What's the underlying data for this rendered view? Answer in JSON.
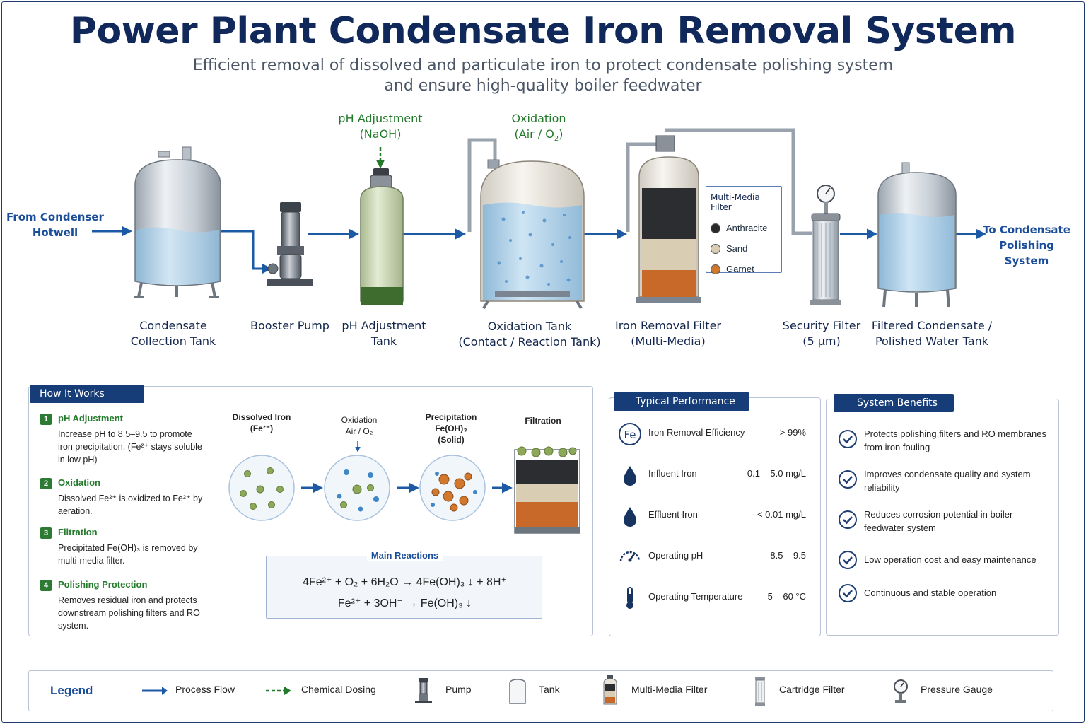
{
  "title": "Power Plant Condensate Iron Removal System",
  "subtitle_line1": "Efficient removal of dissolved and particulate iron to protect condensate polishing system",
  "subtitle_line2": "and ensure high-quality boiler feedwater",
  "flow": {
    "inlet_line1": "From Condenser",
    "inlet_line2": "Hotwell",
    "outlet_line1": "To Condensate",
    "outlet_line2": "Polishing System",
    "ph_dosing_line1": "pH Adjustment",
    "ph_dosing_line2": "(NaOH)",
    "oxidation_line1": "Oxidation",
    "oxidation_line2_prefix": "(Air / O",
    "oxidation_line2_sub": "2",
    "oxidation_line2_suffix": ")"
  },
  "equipment": [
    {
      "line1": "Condensate",
      "line2": "Collection Tank"
    },
    {
      "line1": "Booster Pump",
      "line2": ""
    },
    {
      "line1": "pH Adjustment",
      "line2": "Tank"
    },
    {
      "line1": "Oxidation Tank",
      "line2": "(Contact / Reaction Tank)"
    },
    {
      "line1": "Iron Removal Filter",
      "line2": "(Multi-Media)"
    },
    {
      "line1": "Security Filter",
      "line2": "(5 μm)"
    },
    {
      "line1": "Filtered Condensate /",
      "line2": "Polished Water Tank"
    }
  ],
  "multimedia_filter": {
    "heading": "Multi-Media Filter",
    "layers": [
      {
        "name": "Anthracite",
        "color": "#2a2a2a"
      },
      {
        "name": "Sand",
        "color": "#d9cdb4"
      },
      {
        "name": "Garnet",
        "color": "#d2782c"
      }
    ]
  },
  "how_it_works": {
    "tab": "How It Works",
    "steps": [
      {
        "num": "1",
        "heading": "pH Adjustment",
        "text": "Increase pH to 8.5–9.5 to promote iron precipitation. (Fe²⁺ stays soluble in low pH)"
      },
      {
        "num": "2",
        "heading": "Oxidation",
        "text": "Dissolved Fe²⁺ is oxidized to Fe²⁺ by aeration."
      },
      {
        "num": "3",
        "heading": "Filtration",
        "text": "Precipitated Fe(OH)₃ is removed by multi-media filter."
      },
      {
        "num": "4",
        "heading": "Polishing Protection",
        "text": "Removes residual iron and protects downstream polishing filters and RO system."
      }
    ],
    "stages": {
      "dissolved_line1": "Dissolved Iron",
      "dissolved_line2": "(Fe²⁺)",
      "oxidation_line1": "Oxidation",
      "oxidation_line2": "Air / O₂",
      "precip_line1": "Precipitation",
      "precip_line2": "Fe(OH)₃",
      "precip_line3": "(Solid)",
      "filtration": "Filtration"
    },
    "reactions_heading": "Main Reactions",
    "reaction1": "4Fe²⁺ + O₂ + 6H₂O  →  4Fe(OH)₃ ↓ + 8H⁺",
    "reaction2": "Fe²⁺ + 3OH⁻  →  Fe(OH)₃ ↓"
  },
  "performance": {
    "tab": "Typical Performance",
    "fe_icon_text": "Fe",
    "rows": [
      {
        "label": "Iron Removal Efficiency",
        "value": "> 99%",
        "icon": "fe-icon"
      },
      {
        "label": "Influent Iron",
        "value": "0.1 – 5.0 mg/L",
        "icon": "drop-icon"
      },
      {
        "label": "Effluent Iron",
        "value": "< 0.01 mg/L",
        "icon": "drop-icon"
      },
      {
        "label": "Operating pH",
        "value": "8.5 – 9.5",
        "icon": "gauge-icon"
      },
      {
        "label": "Operating Temperature",
        "value": "5 – 60 °C",
        "icon": "thermometer-icon"
      }
    ]
  },
  "benefits": {
    "tab": "System Benefits",
    "items": [
      "Protects polishing filters and RO membranes from iron fouling",
      "Improves condensate quality and system reliability",
      "Reduces corrosion potential in boiler feedwater system",
      "Low operation cost and easy maintenance",
      "Continuous and stable operation"
    ]
  },
  "legend": {
    "title": "Legend",
    "items": [
      "Process Flow",
      "Chemical Dosing",
      "Pump",
      "Tank",
      "Multi-Media Filter",
      "Cartridge Filter",
      "Pressure Gauge"
    ]
  },
  "colors": {
    "title": "#10295a",
    "flow": "#1d5aa6",
    "dosing": "#237a2b",
    "tab": "#173d79",
    "water": "#b9d9ee"
  }
}
